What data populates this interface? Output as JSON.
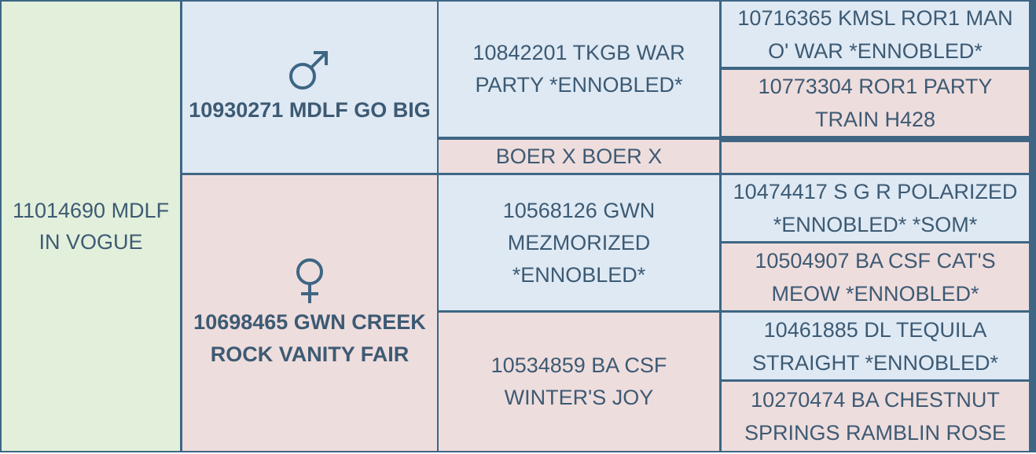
{
  "pedigree": {
    "subject": "11014690 MDLF IN VOGUE",
    "sire": {
      "symbol": "male-symbol",
      "name": "10930271 MDLF GO BIG"
    },
    "dam": {
      "symbol": "female-symbol",
      "name": "10698465 GWN CREEK ROCK VANITY FAIR"
    },
    "sire_sire": "10842201 TKGB WAR PARTY *ENNOBLED*",
    "sire_dam": "BOER X BOER X",
    "dam_sire": "10568126 GWN MEZMORIZED *ENNOBLED*",
    "dam_dam": "10534859 BA CSF WINTER'S JOY",
    "ggen": [
      "10716365 KMSL ROR1 MAN O' WAR *ENNOBLED*",
      "10773304 ROR1 PARTY TRAIN H428",
      "",
      "10474417 S G R POLARIZED *ENNOBLED* *SOM*",
      "10504907 BA CSF CAT'S MEOW *ENNOBLED*",
      "10461885 DL TEQUILA STRAIGHT *ENNOBLED*",
      "10270474 BA CHESTNUT SPRINGS RAMBLIN ROSE"
    ],
    "colors": {
      "border": "#3e6684",
      "subject_bg": "#e2efdb",
      "male_bg": "#dee9f4",
      "female_bg": "#eedddd",
      "text": "#3d5a73"
    }
  }
}
